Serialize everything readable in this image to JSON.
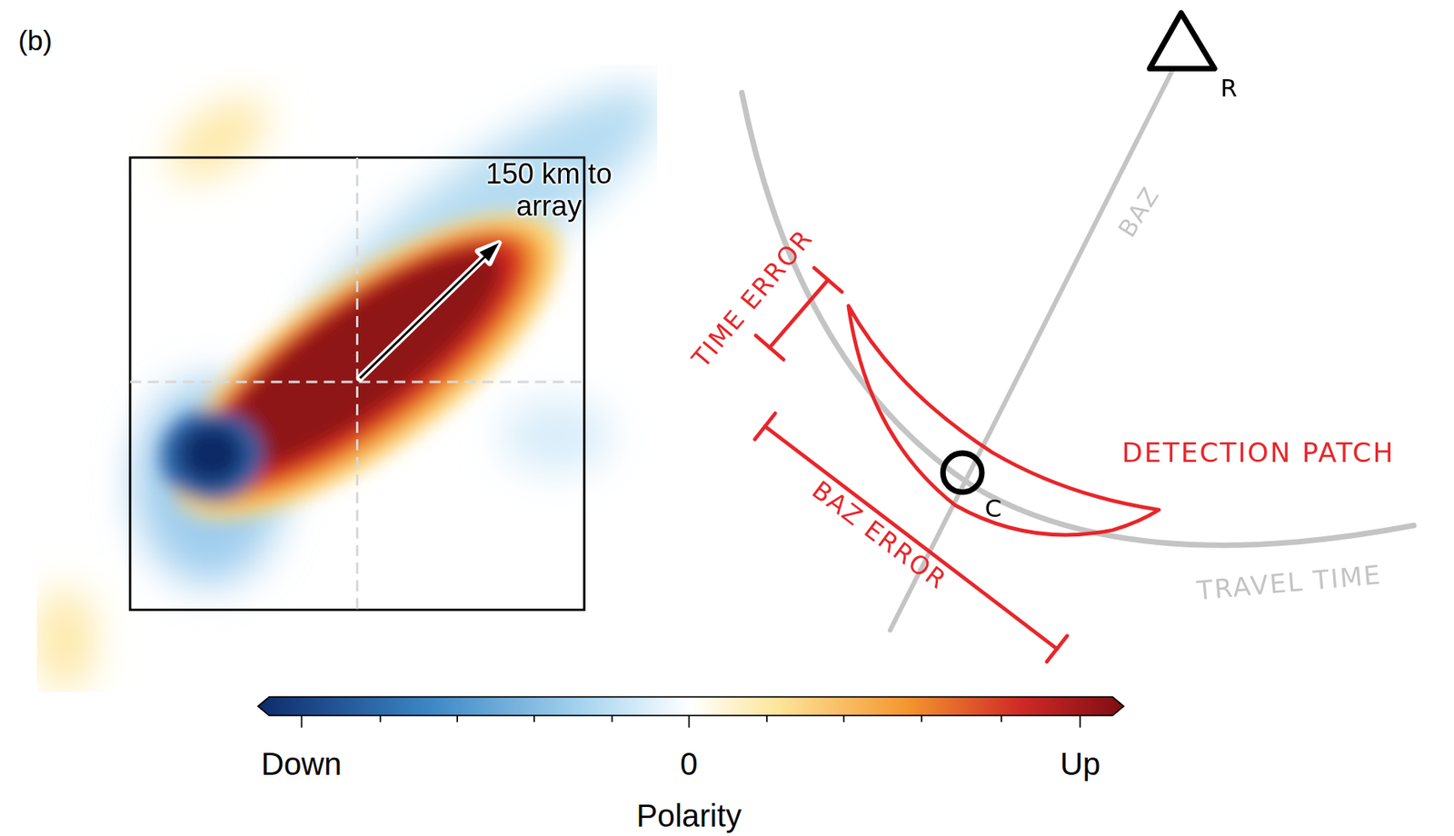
{
  "diagram": {
    "labels": [
      "(b)",
      "150 km to array",
      "Down",
      "0",
      "Up",
      "Polarity",
      "R",
      "BAZ",
      "TIME ERROR",
      "DETECTION PATCH",
      "C",
      "BAZ ERROR",
      "TRAVEL TIME"
    ]
  }
}
